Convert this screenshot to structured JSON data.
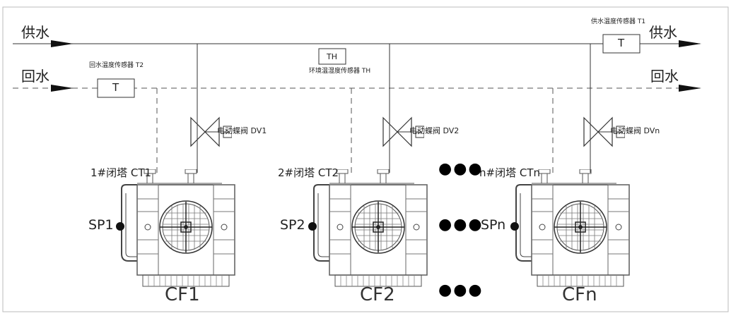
{
  "pipes": {
    "supply_left": "供水",
    "supply_right": "供水",
    "return_left": "回水",
    "return_right": "回水"
  },
  "sensors": {
    "t1": {
      "box": "T",
      "label": "供水温度传感器 T1"
    },
    "t2": {
      "box": "T",
      "label": "回水温度传感器 T2"
    },
    "th": {
      "box": "TH",
      "label": "环境温湿度传感器 TH"
    }
  },
  "units": [
    {
      "tower": "1#闭塔 CT1",
      "valve": "电动蝶阀 DV1",
      "pump": "SP1",
      "fan": "CF1"
    },
    {
      "tower": "2#闭塔 CT2",
      "valve": "电动蝶阀 DV2",
      "pump": "SP2",
      "fan": "CF2"
    },
    {
      "tower": "n#闭塔 CTn",
      "valve": "电动蝶阀 DVn",
      "pump": "SPn",
      "fan": "CFn"
    }
  ],
  "ellipsis": "●●●"
}
